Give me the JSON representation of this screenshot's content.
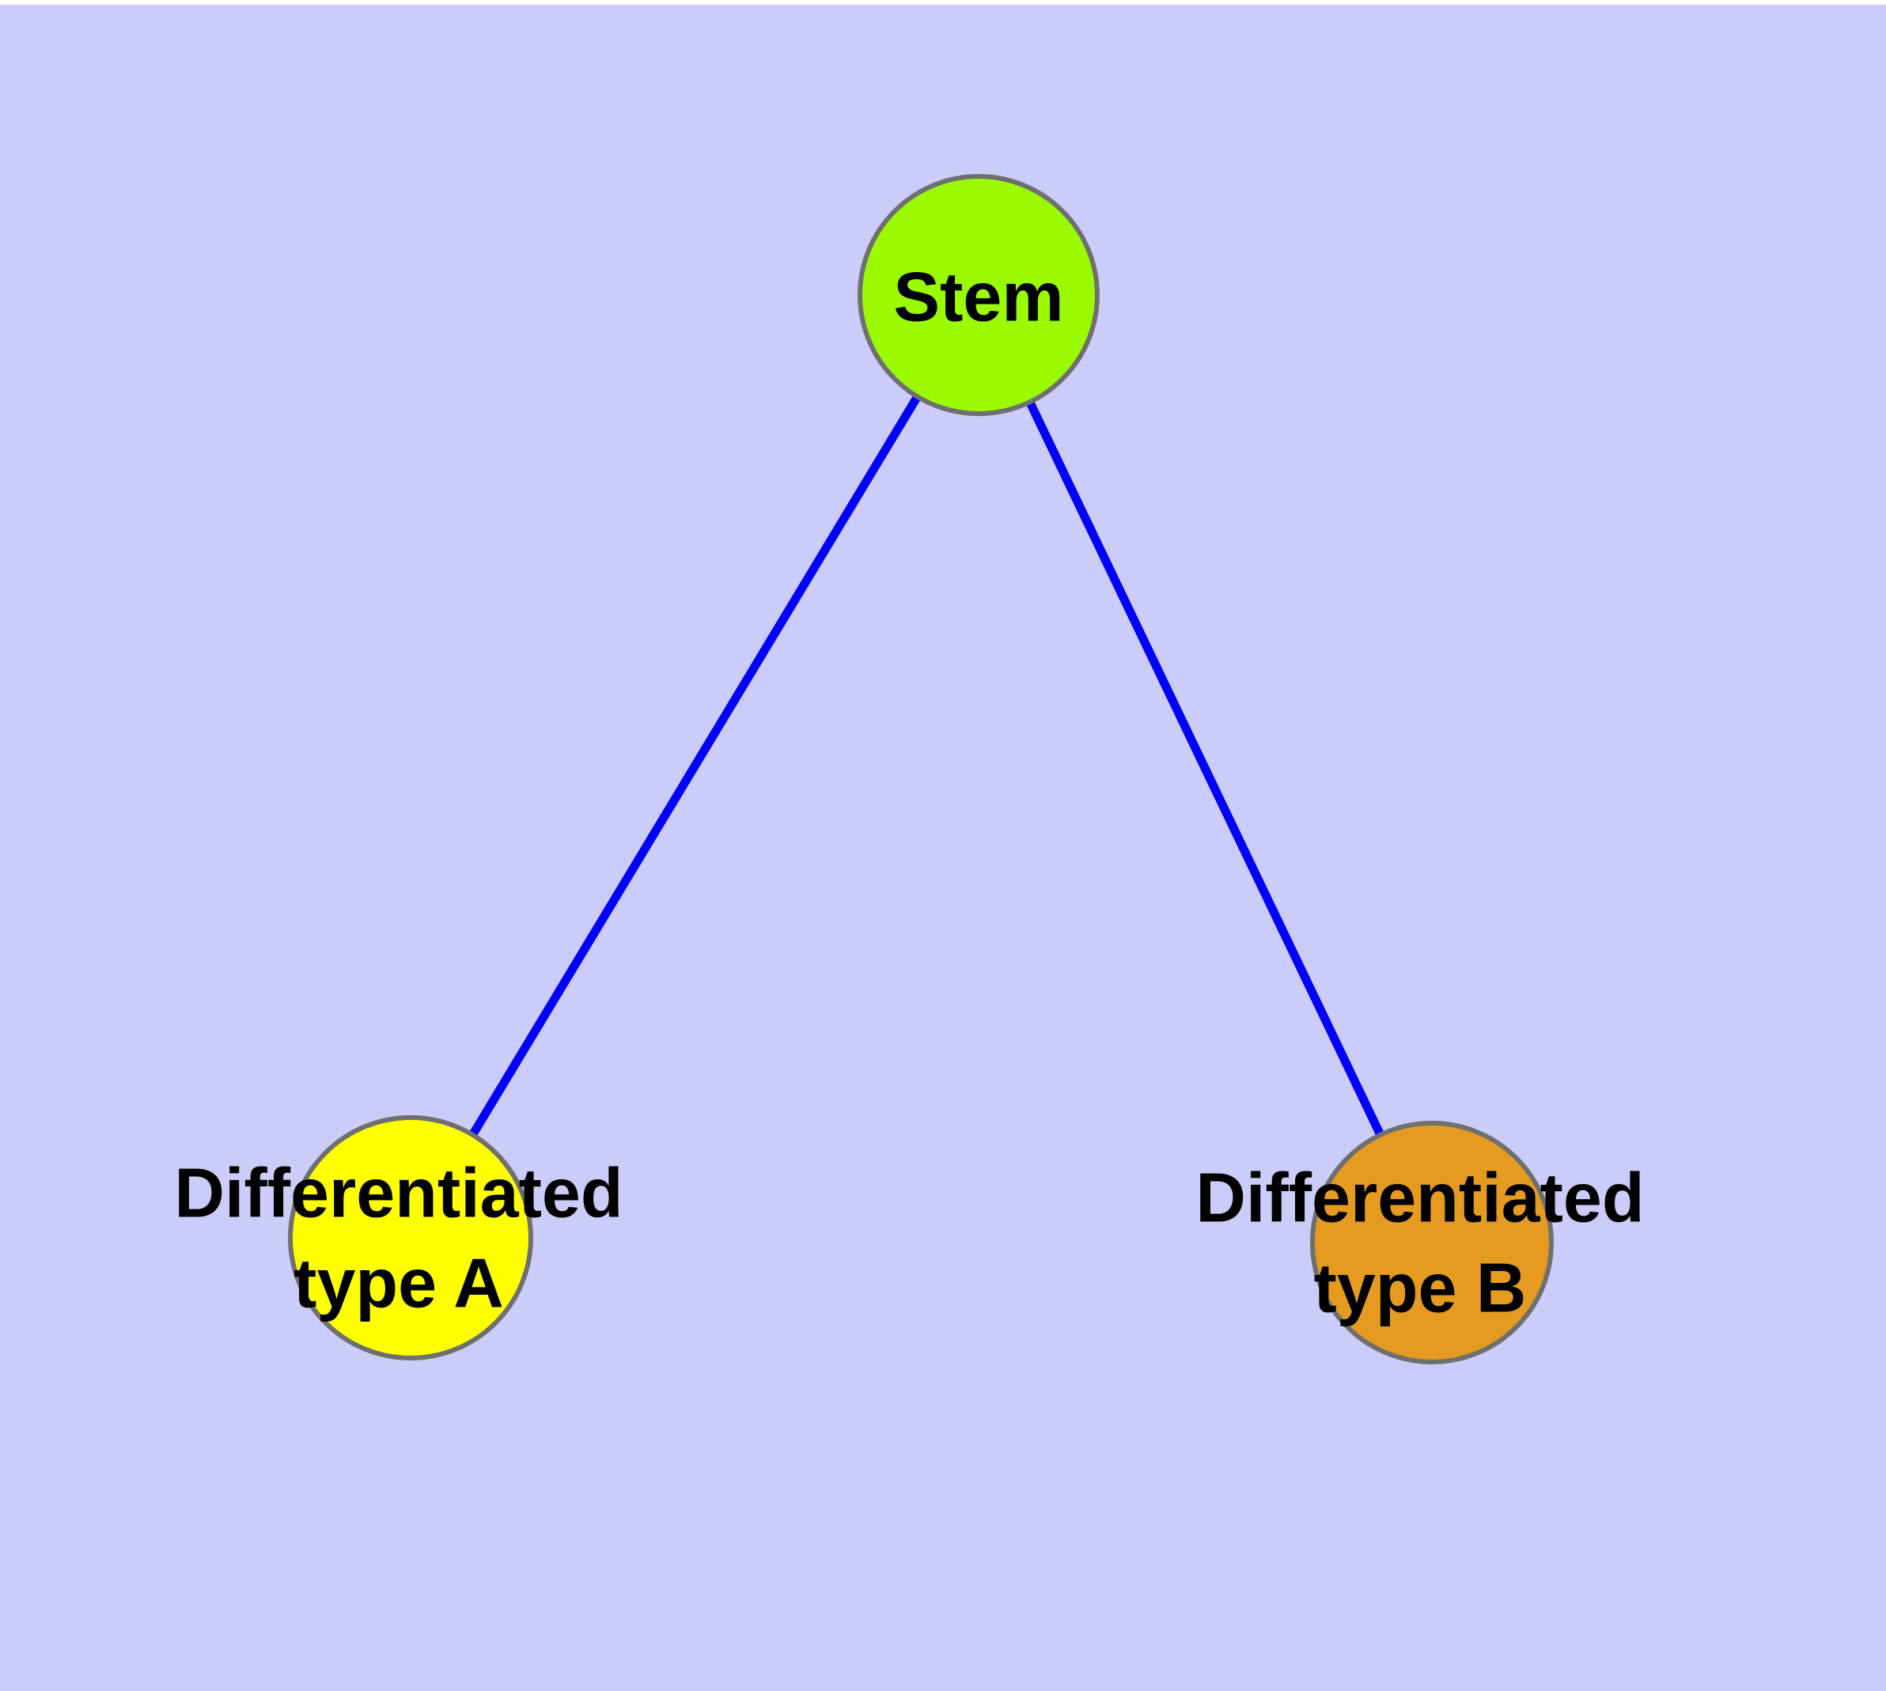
{
  "canvas": {
    "background_color": "#CCCCF8",
    "top_margin_color": "#FFFFFF"
  },
  "text_color": "#000000",
  "nodes": {
    "stem": {
      "label": "Stem",
      "fill_color": "#9AFB00",
      "border_color": "#6F6F6F"
    },
    "type_a": {
      "label_line1": "Differentiated",
      "label_line2": "type A",
      "fill_color": "#FFFF00",
      "border_color": "#6F6F6F"
    },
    "type_b": {
      "label_line1": "Differentiated",
      "label_line2": "type B",
      "fill_color": "#E49B20",
      "border_color": "#6F6F6F"
    }
  },
  "edges": {
    "color": "#0000FF",
    "list": [
      {
        "from": "stem",
        "to": "type_a"
      },
      {
        "from": "stem",
        "to": "type_b"
      }
    ]
  }
}
